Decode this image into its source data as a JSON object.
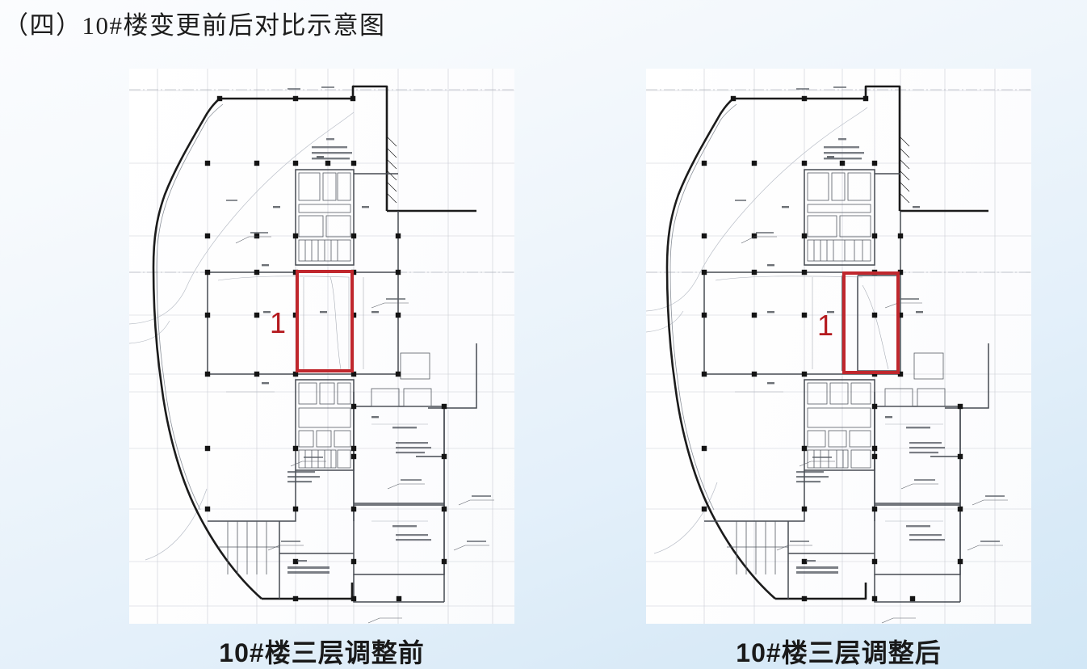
{
  "slide": {
    "title": "（四）10#楼变更前后对比示意图",
    "background_top_color": "#fbfcfe",
    "background_bottom_color": "#d2e7f6"
  },
  "figures": {
    "before": {
      "caption": "10#楼三层调整前",
      "callout_number": "1",
      "callout_color": "#c0272d",
      "drawing_type": "architectural-floor-plan",
      "drawing_description": "10#楼三层平面图（调整前）"
    },
    "after": {
      "caption": "10#楼三层调整后",
      "callout_number": "1",
      "callout_color": "#c0272d",
      "drawing_type": "architectural-floor-plan",
      "drawing_description": "10#楼三层平面图（调整后）"
    }
  }
}
